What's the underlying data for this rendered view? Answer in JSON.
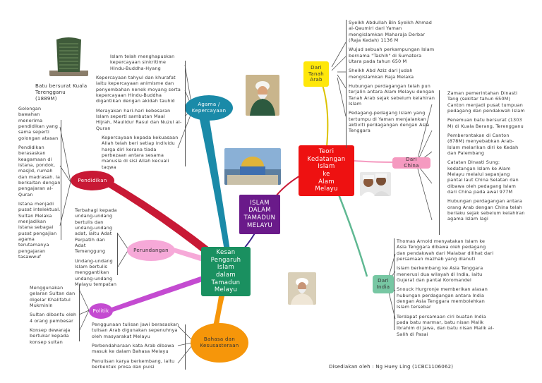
{
  "center": {
    "line1": "ISLAM",
    "line2": "DALAM",
    "line3": "TAMADUN",
    "line4": "MELAYU"
  },
  "teori": {
    "label": "Teori\nKedatangan\nIslam\nke\nAlam\nMelayu"
  },
  "kesan": {
    "label": "Kesan\nPengaruh\nIslam\ndalam\nTamadun\nMelayu"
  },
  "dari_tanah_arab": {
    "label": "Dari\nTanah\nArab",
    "items": [
      "Syeikh Abdullah Bin Syeikh Ahmad al-Qaumiri dari Yaman mengislamkan Maharaja Derbar (Raja Kedah) 1136 M",
      "Wujud sebuah perkampungan Islam bernama \"Tashih\" di Sumatera Utara pada tahun 650 M",
      "Sheikh Abd Aziz dari Judah mengislamkan Raja Melaka",
      "Hubungan perdagangan telah pun terjalin antara Alam Melayu dengan Tanah Arab sejak sebelum kelahiran Islam",
      "Pedagang-pedagang Islam yang tertumpu di Yaman menjalankan aktiviti perdagangan dengan Asia Tenggara"
    ]
  },
  "dari_china": {
    "label": "Dari China",
    "items": [
      "Zaman pemerintahan Dinasti Tang (sekitar tahun 650M) Canton menjadi pusat tumpuan pedagang dan pendakwah Islam",
      "Penemuan batu bersurat (1303 M) di Kuala Berang, Terengganu",
      "Pemberontakan di Canton (878M) menyebabkan Arab-Islam melarikan diri ke Kedah dan Palembang",
      "Catatan Dinasti Sung: kedatangan Islam ke Alam Melayu melalui sepanjang pantai laut China Selatan dan dibawa oleh pedagang Islam dari China pada awal 977M",
      "Hubungan perdagangan antara orang Arab dengan China telah berlaku sejak sebelum kelahiran agama Islam lagi"
    ]
  },
  "dari_india": {
    "label": "Dari\nIndia",
    "items": [
      "Thomas Arnold menyatakan Islam ke Asia Tenggara dibawa oleh pedagang dan pendakwah dari Malabar dilihat dari persamaan mazhab yang dianuti",
      "Islam berkembang ke Asia Tenggara menerusi dua wilayah di India, iaitu Gujerat dan pantai Koromandel",
      "Snouck Hurgronje memberikan alasan hubungan perdagangan antara India dengan Asia Tenggara membolehkan Islam tersebar",
      "Terdapat persamaan ciri buatan India pada batu marmar, batu nisan Malik Ibrahim di Jawa, dan batu nisan Malik al-Salih di Pasai"
    ]
  },
  "agama": {
    "label": "Agama /\nKepercayaan",
    "items": [
      "Islam telah menghapuskan kepercayaan sinkritime Hindu-Buddha-Hyang",
      "Kepercayaan tahyul dan khurafat iaitu kepercayaan animisme dan penyembahan nenek moyang serta kepercayaan Hindu-Buddha digantikan dengan akidah tauhid",
      "Merayakan hari-hari kebesaran Islam seperti sambutan Maal Hijrah, Maulidur Rasul dan Nuzul al-Quran",
      "Kepercayaan kepada kekuasaan Allah telah beri setiap individu harga diri kerana tiada perbezaan antara sesama manusia di sisi Allah kecuali taqwa"
    ]
  },
  "pendidikan": {
    "label": "Pendidikan",
    "items": [
      "Golongan bawahan menerima pendidikan yang sama seperti golongan atasan",
      "Pendidikan berasaskan keagamaan di istana, pondok, masjid, rumah dan madrasah. Ia berkaitan dengan pengajaran al-Quran",
      "Istana menjadi pusat intelektual. Sultan Melaka menjadikan istana sebagai pusat pengajian agama terutamanya pengajaran tasawwuf"
    ]
  },
  "perundangan": {
    "label": "Perundangan",
    "items": [
      "Terbahagi kepada undang-undang bertulis dan undang-undang adat, iaitu Adat Perpatih dan Adat Temenggung",
      "Undang-undang Islam bertulis menggantikan undang-undang Melayu tempatan"
    ]
  },
  "politik": {
    "label": "Politik",
    "items": [
      "Menggunakan gelaran Sultan dan digelar Khalifatul Mukminin",
      "Sultan dibantu oleh 4 orang pembesar",
      "Konsep dewaraja bertukar kepada konsep sultan"
    ]
  },
  "bahasa": {
    "label": "Bahasa dan\nKesusasteraan",
    "items": [
      "Penggunaan tulisan jawi berasaskan tulisan Arab digunakan sepenuhnya oleh masyarakat Melayu",
      "Perbendaharaan kata Arab dibawa masuk ke dalam Bahasa Melayu",
      "Penulisan karya berkembang, iaitu berbentuk prosa dan puisi"
    ]
  },
  "batu_caption": "Batu bersurat Kuala\nTerengganu\n(1889M)",
  "credit": "Disediakan oleh : Ng Huey Ling (1CBC1106062)",
  "colors": {
    "center": "#6a1a8a",
    "teori": "#ee1111",
    "kesan": "#1a9060",
    "tanah_arab": "#ffe70a",
    "china": "#f59ac0",
    "india": "#77c7a3",
    "agama": "#1a8aa8",
    "pendidikan": "#c81935",
    "perundangan": "#f6a9d8",
    "politik": "#c44bd1",
    "bahasa": "#f6960a"
  }
}
